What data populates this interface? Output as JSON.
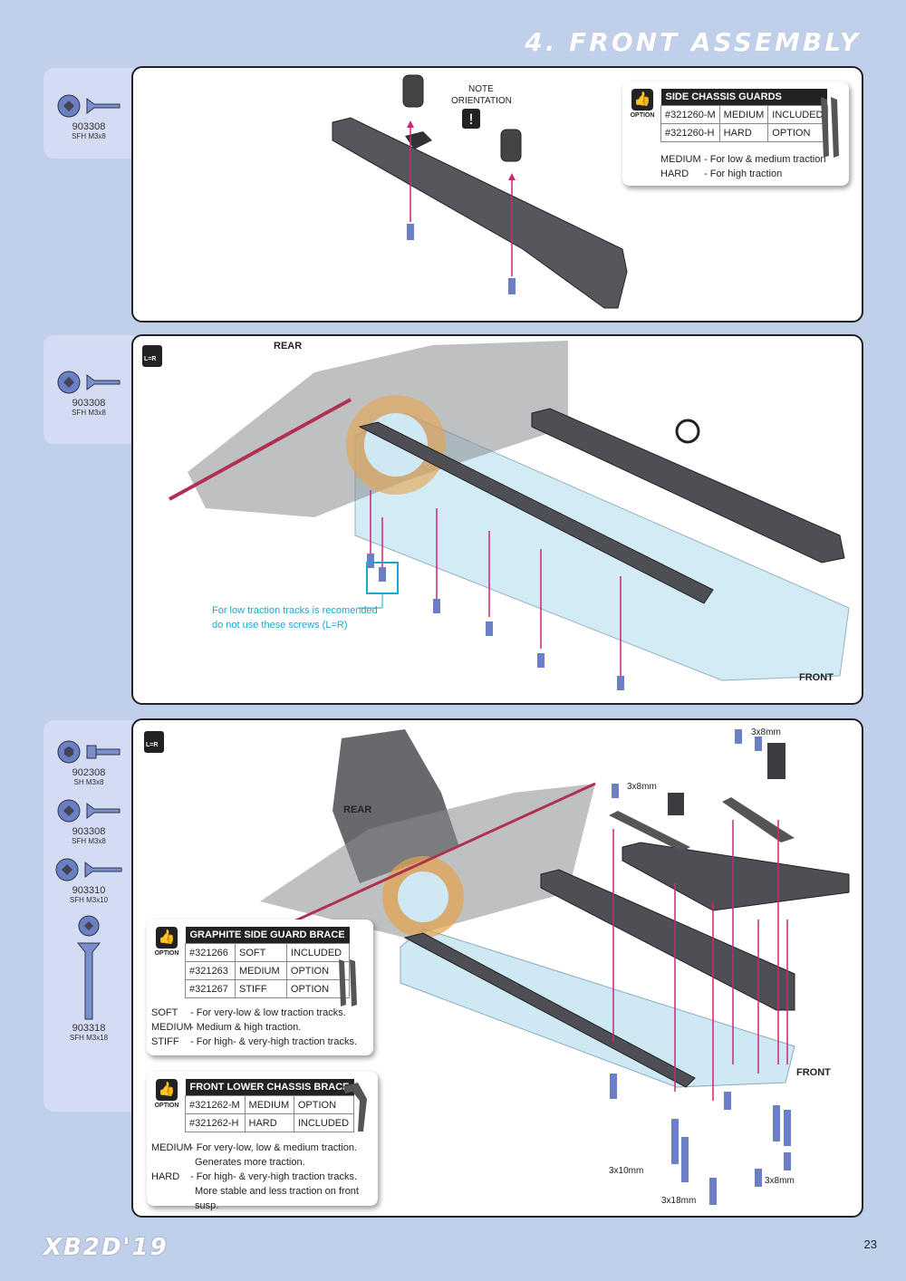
{
  "header": {
    "title": "4. FRONT ASSEMBLY"
  },
  "footer": {
    "logo": "XB2D'19",
    "page": "23"
  },
  "step1": {
    "screws": [
      {
        "code": "903308",
        "desc": "SFH M3x8"
      }
    ],
    "note": {
      "line1": "NOTE",
      "line2": "ORIENTATION",
      "mark": "!"
    },
    "option_box": {
      "option_label": "OPTION",
      "title": "SIDE CHASSIS GUARDS",
      "rows": [
        {
          "part": "#321260-M",
          "type": "MEDIUM",
          "status": "INCLUDED"
        },
        {
          "part": "#321260-H",
          "type": "HARD",
          "status": "OPTION"
        }
      ],
      "descriptions": [
        {
          "key": "MEDIUM",
          "text": "- For low & medium traction"
        },
        {
          "key": "HARD",
          "text": "- For high traction"
        }
      ]
    }
  },
  "step2": {
    "screws": [
      {
        "code": "903308",
        "desc": "SFH M3x8"
      }
    ],
    "lr_badge": "L=R",
    "rear_label": "REAR",
    "front_label": "FRONT",
    "cyan_note": {
      "line1": "For low traction tracks is recomended",
      "line2": "do not use these screws (L=R)"
    }
  },
  "step3": {
    "screws": [
      {
        "code": "902308",
        "desc": "SH M3x8"
      },
      {
        "code": "903308",
        "desc": "SFH M3x8"
      },
      {
        "code": "903310",
        "desc": "SFH M3x10"
      },
      {
        "code": "903318",
        "desc": "SFH M3x18"
      }
    ],
    "lr_badge": "L=R",
    "rear_label": "REAR",
    "front_label": "FRONT",
    "dim_labels": {
      "a": "3x8mm",
      "b": "3x8mm",
      "c": "3x10mm",
      "d": "3x18mm",
      "e": "3x8mm"
    },
    "graphite_box": {
      "option_label": "OPTION",
      "title": "GRAPHITE SIDE GUARD BRACE",
      "rows": [
        {
          "part": "#321266",
          "type": "SOFT",
          "status": "INCLUDED"
        },
        {
          "part": "#321263",
          "type": "MEDIUM",
          "status": "OPTION"
        },
        {
          "part": "#321267",
          "type": "STIFF",
          "status": "OPTION"
        }
      ],
      "descriptions": [
        {
          "key": "SOFT",
          "text": "- For very-low & low traction tracks."
        },
        {
          "key": "MEDIUM",
          "text": "- Medium & high traction."
        },
        {
          "key": "STIFF",
          "text": "- For high- & very-high traction tracks."
        }
      ]
    },
    "brace_box": {
      "option_label": "OPTION",
      "title": "FRONT LOWER CHASSIS BRACE",
      "rows": [
        {
          "part": "#321262-M",
          "type": "MEDIUM",
          "status": "OPTION"
        },
        {
          "part": "#321262-H",
          "type": "HARD",
          "status": "INCLUDED"
        }
      ],
      "descriptions": [
        {
          "key": "MEDIUM",
          "text": "- For very-low, low & medium traction.",
          "text2": "Generates more traction."
        },
        {
          "key": "HARD",
          "text": "- For high- & very-high traction tracks.",
          "text2": "More stable and less traction on front susp."
        }
      ]
    }
  }
}
